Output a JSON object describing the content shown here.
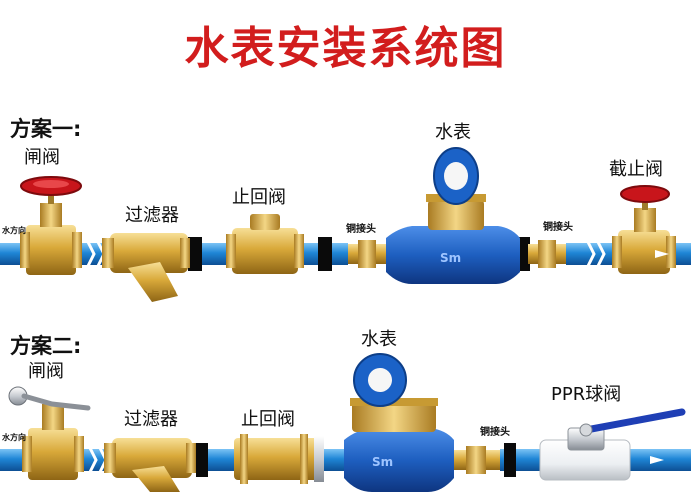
{
  "title": "水表安装系统图",
  "plans": [
    {
      "title": "方案一:",
      "gate_valve": "闸阀",
      "flow_direction": "水方向",
      "filter": "过滤器",
      "check_valve": "止回阀",
      "copper_joint_left": "铜接头",
      "water_meter": "水表",
      "copper_joint_right": "铜接头",
      "stop_valve": "截止阀"
    },
    {
      "title": "方案二:",
      "gate_valve": "闸阀",
      "flow_direction": "水方向",
      "filter": "过滤器",
      "check_valve": "止回阀",
      "water_meter": "水表",
      "copper_joint": "铜接头",
      "ball_valve": "PPR球阀"
    }
  ],
  "colors": {
    "title_red": "#d21d1d",
    "pipe_blue": "#1f86d6",
    "brass": "#d9a93a",
    "meter_blue": "#1e5fc0",
    "handle_red": "#c8151b"
  }
}
